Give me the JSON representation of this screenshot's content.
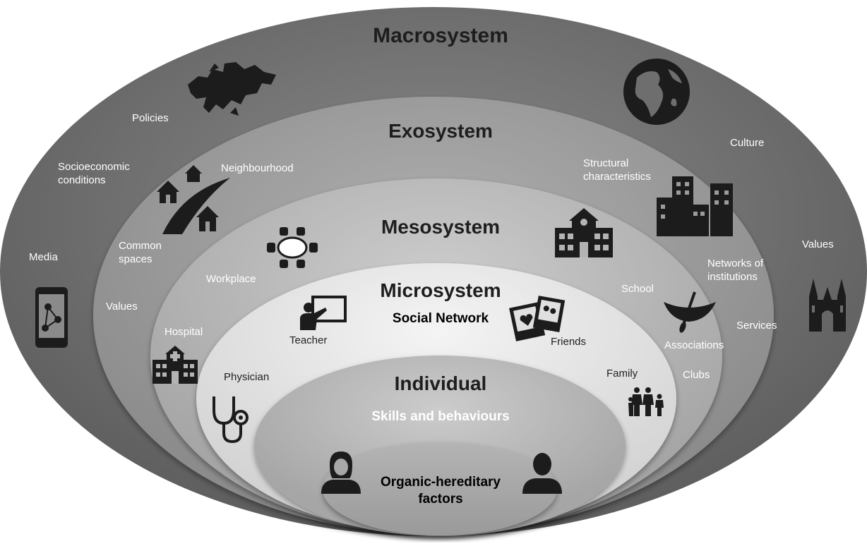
{
  "layers": {
    "macrosystem": {
      "title": "Macrosystem",
      "labels": {
        "policies": "Policies",
        "socioeconomic": "Socioeconomic\nconditions",
        "media": "Media",
        "culture": "Culture",
        "values": "Values"
      }
    },
    "exosystem": {
      "title": "Exosystem",
      "labels": {
        "neighbourhood": "Neighbourhood",
        "common_spaces": "Common\nspaces",
        "values": "Values",
        "structural": "Structural\ncharacteristics",
        "networks": "Networks of\ninstitutions",
        "services": "Services"
      }
    },
    "mesosystem": {
      "title": "Mesosystem",
      "labels": {
        "workplace": "Workplace",
        "hospital": "Hospital",
        "school": "School",
        "associations": "Associations",
        "clubs": "Clubs"
      }
    },
    "microsystem": {
      "title": "Microsystem",
      "subtitle": "Social Network",
      "labels": {
        "teacher": "Teacher",
        "friends": "Friends",
        "physician": "Physician",
        "family": "Family"
      }
    },
    "individual": {
      "title": "Individual",
      "subtitle": "Skills and behaviours",
      "core": "Organic-hereditary\nfactors"
    }
  },
  "colors": {
    "macro": "#6e6e6e",
    "exo": "#9a9a9a",
    "meso": "#b3b3b3",
    "micro": "#e0e0e0",
    "individual": "#b6b6b6",
    "core": "#a8a8a8",
    "icon": "#1c1c1c"
  },
  "icons": [
    "europe-map-icon",
    "globe-icon",
    "smartphone-network-icon",
    "cathedral-icon",
    "houses-road-icon",
    "city-buildings-icon",
    "meeting-table-icon",
    "school-building-icon",
    "presentation-teacher-icon",
    "photo-frames-icon",
    "canoe-paddle-icon",
    "hospital-icon",
    "stethoscope-icon",
    "family-icon",
    "woman-avatar-icon",
    "man-avatar-icon"
  ]
}
